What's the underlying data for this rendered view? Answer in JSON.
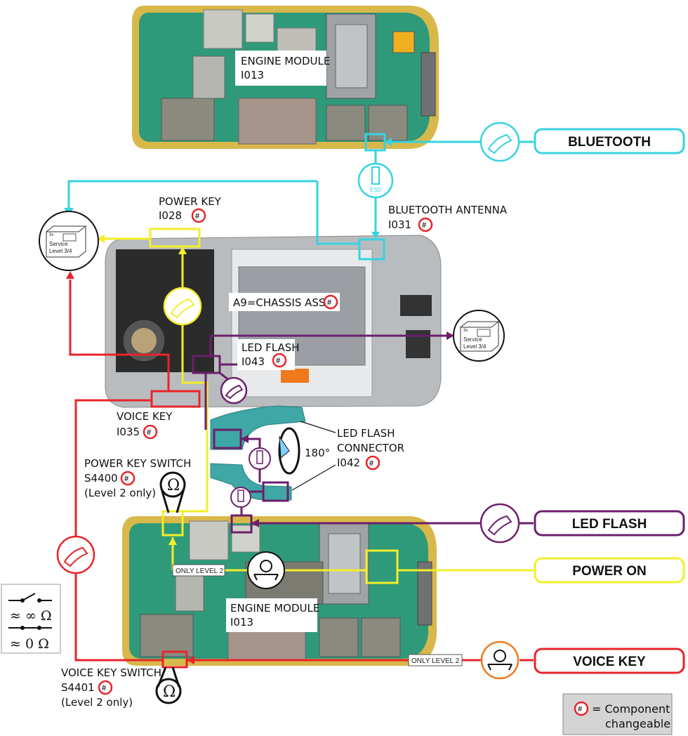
{
  "colors": {
    "cyan": "#35d3e0",
    "yellow": "#f2ee2a",
    "purple": "#6b1f6b",
    "red": "#e8242a",
    "orange": "#ee7a1d",
    "pcb": "#2f9a7a",
    "pcb_edge": "#d8b84a",
    "chassis": "#b9bcbf"
  },
  "labels": {
    "engine_top": [
      "ENGINE MODULE",
      "I013"
    ],
    "engine_bottom": [
      "ENGINE MODULE",
      "I013"
    ],
    "power_key": [
      "POWER KEY",
      "I028"
    ],
    "bt_antenna": [
      "BLUETOOTH ANTENNA",
      "I031"
    ],
    "chassis": "A9=CHASSIS ASSY",
    "led_flash": [
      "LED FLASH",
      "I043"
    ],
    "voice_key": [
      "VOICE KEY",
      "I035"
    ],
    "led_flash_connector": [
      "LED FLASH",
      "CONNECTOR",
      "I042"
    ],
    "rotation": "180°",
    "power_key_switch": [
      "POWER KEY SWITCH",
      "S4400",
      "(Level 2 only)"
    ],
    "voice_key_switch": [
      "VOICE KEY SWITCH",
      "S4401",
      "(Level 2 only)"
    ],
    "only_level_2_a": "ONLY LEVEL 2",
    "only_level_2_b": "ONLY LEVEL 2",
    "esd": "ESD",
    "service_level": [
      "Service",
      "Level 3/4"
    ],
    "service_prefix": "3x",
    "ohm": "Ω"
  },
  "tags": {
    "bluetooth": "BLUETOOTH",
    "led_flash": "LED FLASH",
    "power_on": "POWER ON",
    "voice_key": "VOICE KEY"
  },
  "legend": {
    "open": "≈ ∞ Ω",
    "closed": "≈ 0 Ω",
    "component_mark": "#",
    "component_text": [
      "= Component",
      "changeable"
    ]
  }
}
